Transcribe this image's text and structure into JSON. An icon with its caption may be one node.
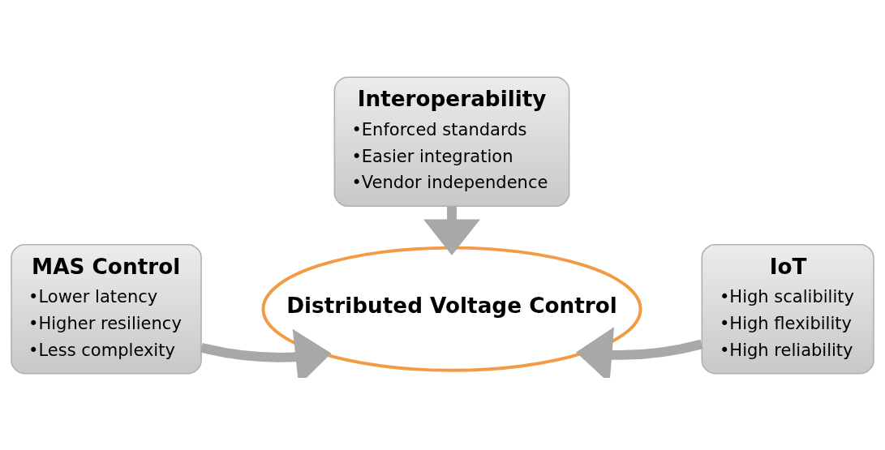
{
  "diagram": {
    "nodes": [
      {
        "text": [
          "Interoperability",
          "•Enforced standards",
          "•Easier integration",
          "•Vendor independence"
        ]
      },
      {
        "text": [
          "MAS Control",
          "•Lower latency",
          "•Higher resiliency",
          "•Less complexity"
        ]
      },
      {
        "text": [
          "IoT",
          "•High scalibility",
          "•High flexibility",
          "•High reliability"
        ]
      },
      {
        "text": [
          "Distributed Voltage Control"
        ]
      }
    ],
    "edges": [
      {
        "from": 0,
        "to": 3,
        "arrow": "to"
      },
      {
        "from": 1,
        "to": 3,
        "arrow": "to"
      },
      {
        "from": 2,
        "to": 3,
        "arrow": "to"
      }
    ]
  }
}
